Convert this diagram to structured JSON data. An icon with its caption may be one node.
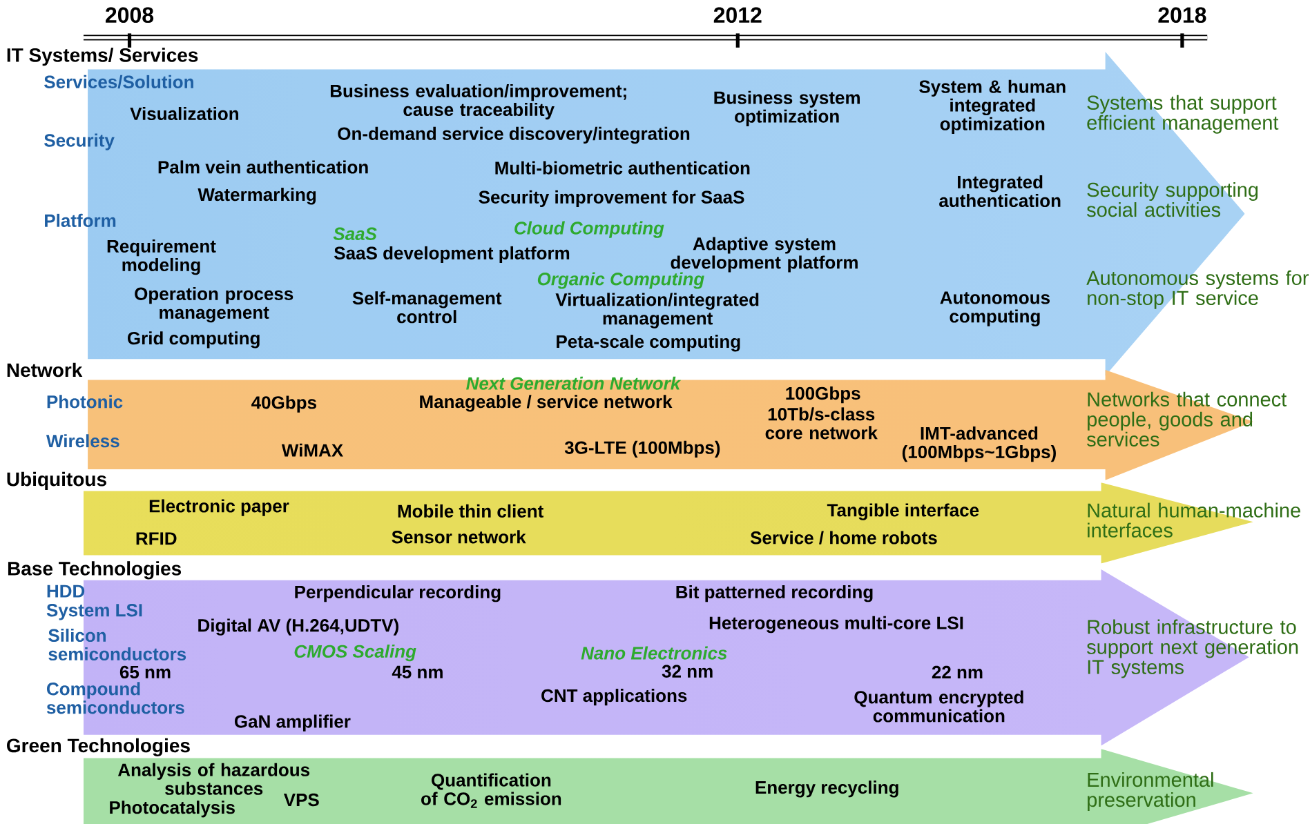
{
  "diagram": {
    "nodes": [
      {
        "text": [
          "IT Systems/ Services",
          "Systems that support efficient management",
          "Security supporting social activities",
          "Autonomous systems for non-stop IT service"
        ]
      },
      {
        "text": [
          "Network",
          "Networks that connect people, goods and services"
        ]
      },
      {
        "text": [
          "Ubiquitous",
          "Natural human-machine interfaces"
        ]
      },
      {
        "text": [
          "Base Technologies",
          "Robust infrastructure to support next generation IT systems"
        ]
      },
      {
        "text": [
          "Green Technologies",
          "Environmental preservation"
        ]
      }
    ],
    "labels": [
      "2008",
      "2012",
      "2018",
      "Services/Solution",
      "Visualization",
      "Business evaluation/improvement; cause traceability",
      "On-demand service discovery/integration",
      "Business system optimization",
      "System & human integrated optimization",
      "Security",
      "Palm vein authentication",
      "Multi-biometric authentication",
      "Watermarking",
      "Security improvement for SaaS",
      "Integrated authentication",
      "Platform",
      "SaaS",
      "Cloud Computing",
      "Requirement modeling",
      "SaaS development platform",
      "Adaptive system development platform",
      "Organic Computing",
      "Operation process management",
      "Self-management control",
      "Virtualization/integrated management",
      "Autonomous computing",
      "Grid computing",
      "Peta-scale computing",
      "Photonic",
      "40Gbps",
      "Next Generation Network",
      "Manageable / service network",
      "100Gbps",
      "10Tb/s-class core network",
      "Wireless",
      "WiMAX",
      "3G-LTE (100Mbps)",
      "IMT-advanced (100Mbps~1Gbps)",
      "Electronic paper",
      "RFID",
      "Mobile thin client",
      "Sensor network",
      "Tangible interface",
      "Service / home robots",
      "HDD",
      "Perpendicular recording",
      "Bit patterned recording",
      "System LSI",
      "Digital AV (H.264,UDTV)",
      "Heterogeneous multi-core LSI",
      "Silicon semiconductors",
      "CMOS Scaling",
      "Nano Electronics",
      "65 nm",
      "45 nm",
      "32 nm",
      "22 nm",
      "Compound semiconductors",
      "CNT applications",
      "Quantum encrypted communication",
      "GaN amplifier",
      "Analysis of hazardous substances",
      "VPS",
      "Photocatalysis",
      "Quantification of CO$_{2}$ emission",
      "Energy recycling"
    ]
  }
}
